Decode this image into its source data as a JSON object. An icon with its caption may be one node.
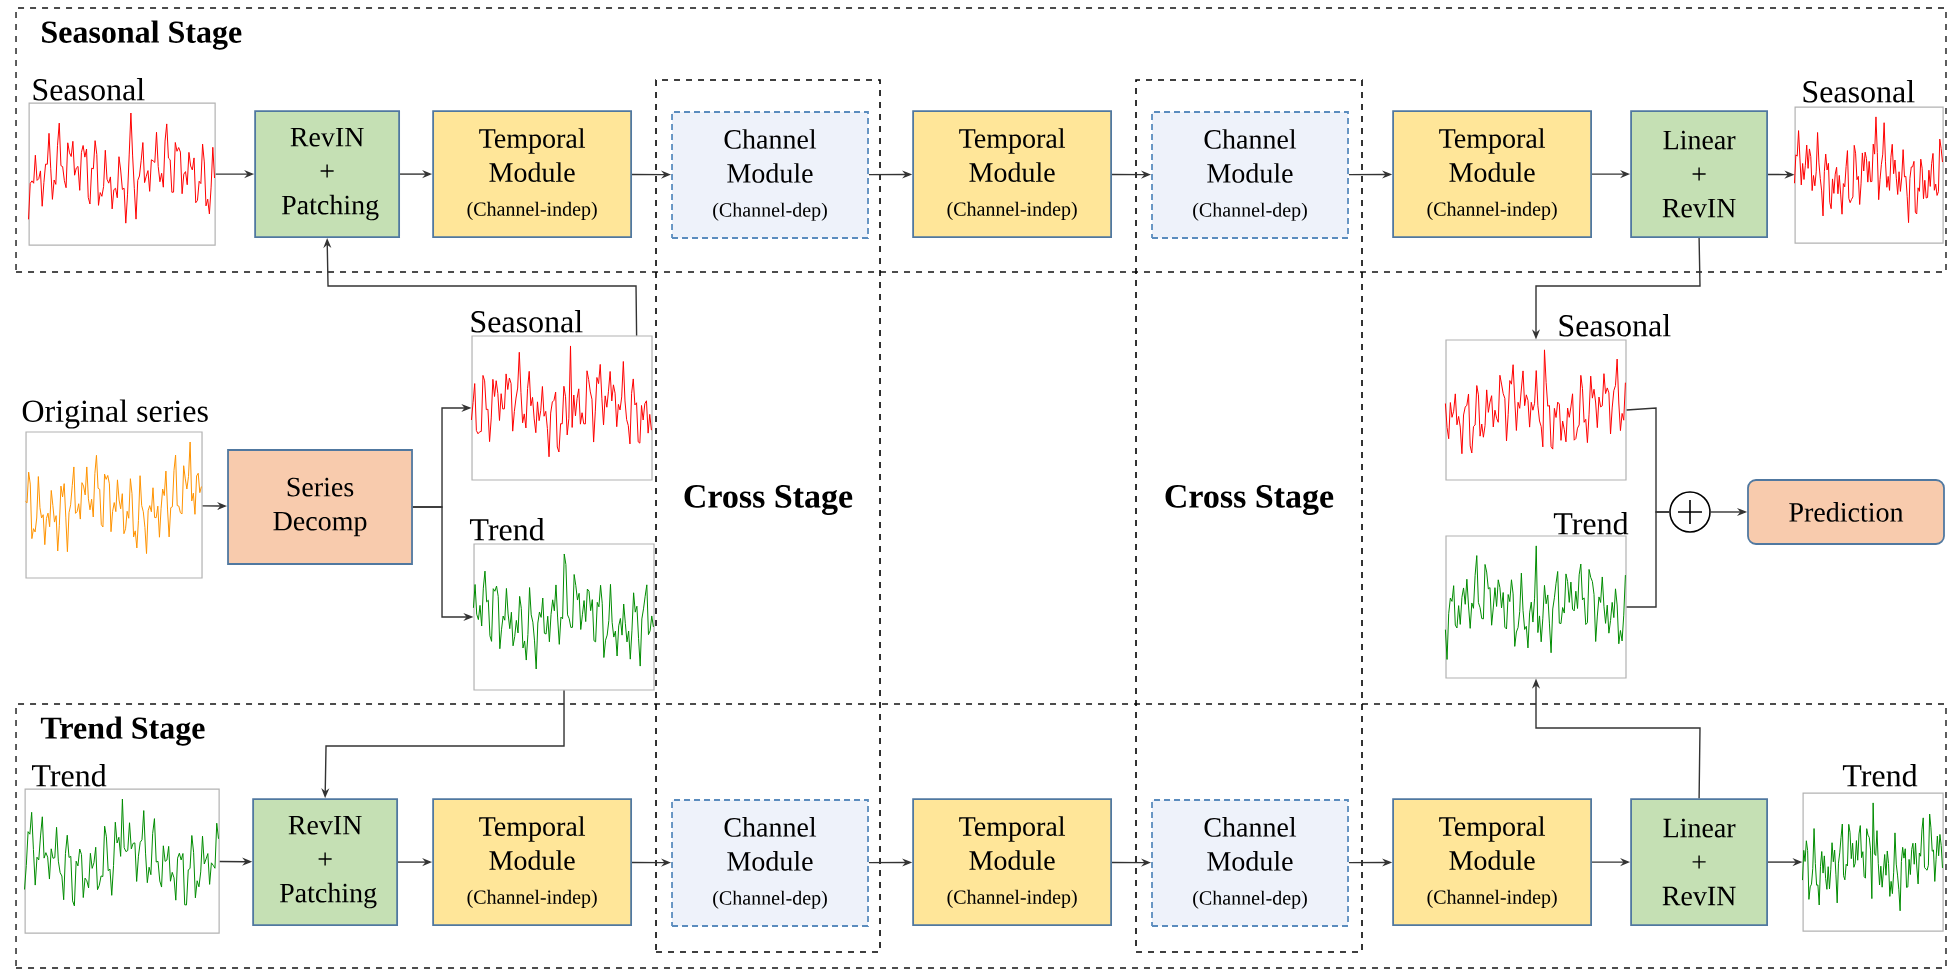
{
  "diagram": {
    "nodes": [
      {
        "text": [
          "Seasonal Stage"
        ]
      },
      {
        "text": [
          "Trend Stage"
        ]
      },
      {
        "text": [
          "Cross Stage"
        ]
      },
      {
        "text": [
          "Cross Stage"
        ]
      },
      {
        "text": [
          "Seasonal"
        ],
        "in": 0
      },
      {
        "text": [
          "RevIN + Patching"
        ],
        "in": 0
      },
      {
        "text": [
          "Temporal Module",
          "(Channel-indep)"
        ],
        "in": 0
      },
      {
        "text": [
          "Channel Module",
          "(Channel-dep)"
        ]
      },
      {
        "text": [
          "Temporal Module",
          "(Channel-indep)"
        ],
        "in": 0
      },
      {
        "text": [
          "Channel Module",
          "(Channel-dep)"
        ]
      },
      {
        "text": [
          "Temporal Module",
          "(Channel-indep)"
        ],
        "in": 0
      },
      {
        "text": [
          "Linear + RevIN"
        ],
        "in": 0
      },
      {
        "text": [
          "Seasonal"
        ],
        "in": 0
      },
      {
        "text": [
          "Original series"
        ]
      },
      {
        "text": [
          "Series Decomp"
        ]
      },
      {
        "text": [
          "Seasonal"
        ]
      },
      {
        "text": [
          "Trend"
        ]
      },
      {
        "text": [
          "Seasonal"
        ]
      },
      {
        "text": [
          "Trend"
        ]
      },
      {
        "text": [],
        "shape": "circle"
      },
      {
        "text": [
          "Prediction"
        ]
      },
      {
        "text": [
          "Trend"
        ],
        "in": 1
      },
      {
        "text": [
          "RevIN + Patching"
        ],
        "in": 1
      },
      {
        "text": [
          "Temporal Module",
          "(Channel-indep)"
        ],
        "in": 1
      },
      {
        "text": [
          "Channel Module",
          "(Channel-dep)"
        ]
      },
      {
        "text": [
          "Temporal Module",
          "(Channel-indep)"
        ],
        "in": 1
      },
      {
        "text": [
          "Channel Module",
          "(Channel-dep)"
        ]
      },
      {
        "text": [
          "Temporal Module",
          "(Channel-indep)"
        ],
        "in": 1
      },
      {
        "text": [
          "Linear + RevIN"
        ],
        "in": 1
      },
      {
        "text": [
          "Trend"
        ],
        "in": 1
      }
    ],
    "edges": [
      {
        "from": 4,
        "to": 5,
        "arrow": "to"
      },
      {
        "from": 5,
        "to": 6,
        "arrow": "to"
      },
      {
        "from": 6,
        "to": 7,
        "arrow": "to"
      },
      {
        "from": 7,
        "to": 8,
        "arrow": "to"
      },
      {
        "from": 8,
        "to": 9,
        "arrow": "to"
      },
      {
        "from": 9,
        "to": 10,
        "arrow": "to"
      },
      {
        "from": 10,
        "to": 11,
        "arrow": "to"
      },
      {
        "from": 11,
        "to": 12,
        "arrow": "to"
      },
      {
        "from": 15,
        "to": 5,
        "arrow": "to"
      },
      {
        "from": 13,
        "to": 14,
        "arrow": "to"
      },
      {
        "from": 14,
        "to": 15,
        "arrow": "to"
      },
      {
        "from": 14,
        "to": 16,
        "arrow": "to"
      },
      {
        "from": 16,
        "to": 22,
        "arrow": "to"
      },
      {
        "from": 11,
        "to": 17,
        "arrow": "to"
      },
      {
        "from": 17,
        "to": 19,
        "arrow": "none"
      },
      {
        "from": 18,
        "to": 19,
        "arrow": "none"
      },
      {
        "from": 19,
        "to": 20,
        "arrow": "to"
      },
      {
        "from": 28,
        "to": 18,
        "arrow": "to"
      },
      {
        "from": 21,
        "to": 22,
        "arrow": "to"
      },
      {
        "from": 22,
        "to": 23,
        "arrow": "to"
      },
      {
        "from": 23,
        "to": 24,
        "arrow": "to"
      },
      {
        "from": 24,
        "to": 25,
        "arrow": "to"
      },
      {
        "from": 25,
        "to": 26,
        "arrow": "to"
      },
      {
        "from": 26,
        "to": 27,
        "arrow": "to"
      },
      {
        "from": 27,
        "to": 28,
        "arrow": "to"
      },
      {
        "from": 28,
        "to": 29,
        "arrow": "to"
      }
    ]
  }
}
